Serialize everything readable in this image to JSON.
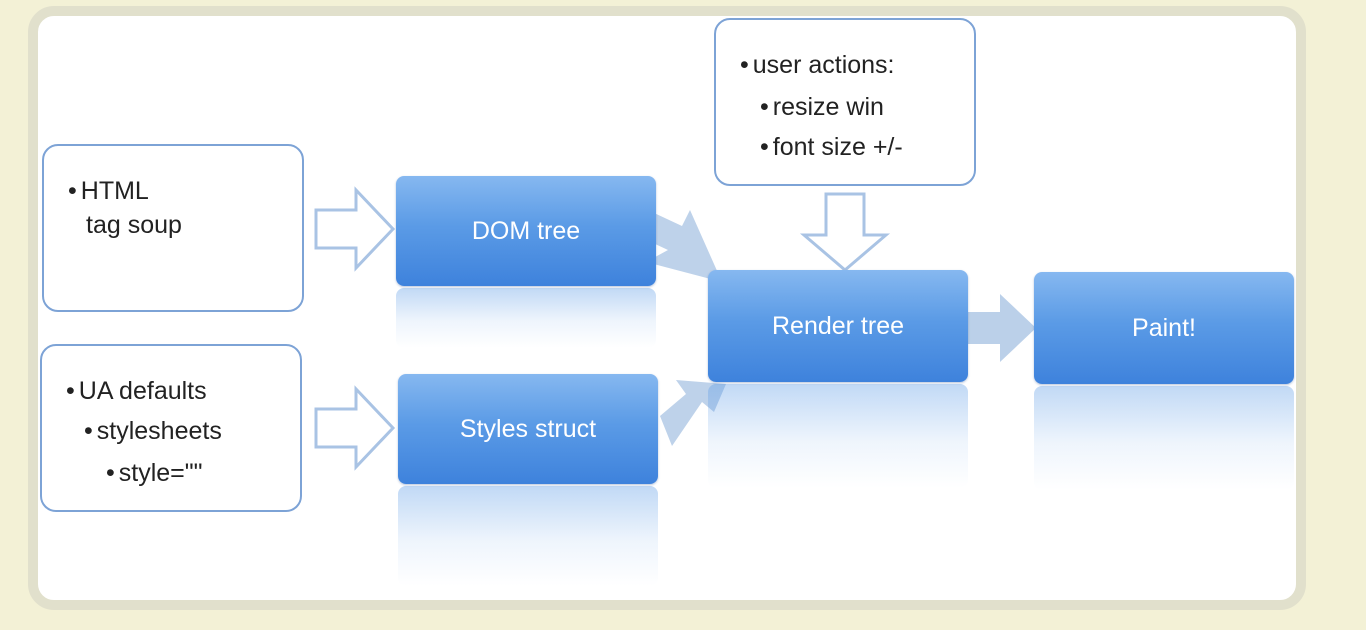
{
  "notes": {
    "html_input": {
      "line1": "HTML",
      "line2": "tag soup"
    },
    "css_input": {
      "line1": "UA defaults",
      "line2": "stylesheets",
      "line3": "style=\"\""
    },
    "user_actions": {
      "line1": "user actions:",
      "line2": "resize win",
      "line3": "font size +/-"
    }
  },
  "boxes": {
    "dom_tree": "DOM tree",
    "styles_struct": "Styles struct",
    "render_tree": "Render tree",
    "paint": "Paint!"
  },
  "colors": {
    "page_background": "#f3f1d6",
    "frame_border": "#e1e0cc",
    "box_blue": "#5b9be6",
    "note_border": "#7da3d6",
    "arrow_fill": "#b7cde8"
  }
}
